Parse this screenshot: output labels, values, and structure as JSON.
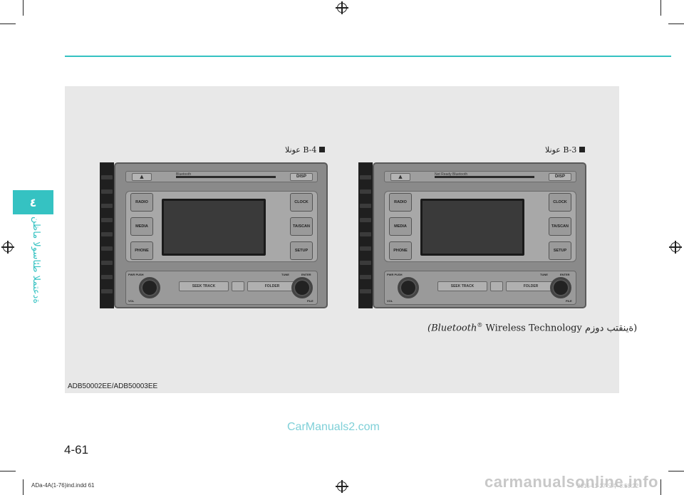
{
  "side_tab": {
    "number": "٤",
    "title": "ةدعتملا طئاسولا ماظن"
  },
  "figure": {
    "label_left": "B-4 عونلا",
    "label_right": "B-3 عونلا",
    "caption_italic": "(Bluetooth",
    "caption_sup": "®",
    "caption_rest": " Wireless Technology ةينقتب دوزم)",
    "code": "ADB50002EE/ADB50003EE",
    "unit": {
      "eject": "▲",
      "disp": "DISP",
      "brand_left": "Bluetooth",
      "brand_right": "Net Ready Bluetooth",
      "left_buttons": [
        "RADIO",
        "MEDIA",
        "PHONE"
      ],
      "right_buttons": [
        "CLOCK",
        "TA/SCAN",
        "SETUP"
      ],
      "seek": "SEEK TRACK",
      "folder": "FOLDER",
      "pwr": "PWR PUSH",
      "vol": "VOL",
      "tune": "TUNE",
      "enter": "ENTER",
      "file": "FILE"
    }
  },
  "page_number": "4-61",
  "watermark": "CarManuals2.com",
  "footer": {
    "file": "ADa-4A(1-76)ind.indd   61",
    "date": "2015-11-27   오후 3:58:22",
    "site": "carmanualsonline.info"
  },
  "colors": {
    "accent": "#35c2c2"
  }
}
